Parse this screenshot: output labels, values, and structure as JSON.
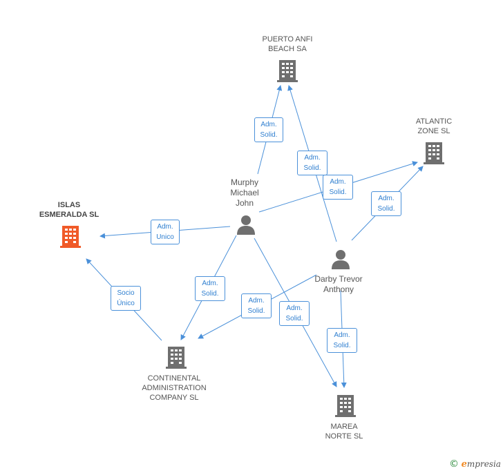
{
  "colors": {
    "edge": "#4a90d9",
    "company_icon": "#6f6f6f",
    "focus_icon": "#f05a28",
    "person_icon": "#6f6f6f"
  },
  "companies": {
    "puerto": {
      "lines": [
        "PUERTO ANFI",
        "BEACH SA"
      ],
      "icon": "building-icon"
    },
    "atlantic": {
      "lines": [
        "ATLANTIC",
        "ZONE SL"
      ],
      "icon": "building-icon"
    },
    "islas": {
      "lines": [
        "ISLAS",
        "ESMERALDA SL"
      ],
      "icon": "building-icon"
    },
    "continental": {
      "lines": [
        "CONTINENTAL",
        "ADMINISTRATION",
        "COMPANY SL"
      ],
      "icon": "building-icon"
    },
    "marea": {
      "lines": [
        "MAREA",
        "NORTE SL"
      ],
      "icon": "building-icon"
    }
  },
  "people": {
    "murphy": {
      "lines": [
        "Murphy",
        "Michael",
        "John"
      ],
      "icon": "person-icon"
    },
    "darby": {
      "lines": [
        "Darby Trevor",
        "Anthony"
      ],
      "icon": "person-icon"
    }
  },
  "edges": {
    "murphy_puerto": {
      "lines": [
        "Adm.",
        "Solid."
      ]
    },
    "darby_puerto": {
      "lines": [
        "Adm.",
        "Solid."
      ]
    },
    "murphy_atlantic": {
      "lines": [
        "Adm.",
        "Solid."
      ]
    },
    "darby_atlantic": {
      "lines": [
        "Adm.",
        "Solid."
      ]
    },
    "murphy_islas": {
      "lines": [
        "Adm.",
        "Unico"
      ]
    },
    "continental_islas": {
      "lines": [
        "Socio",
        "Único"
      ]
    },
    "murphy_continental": {
      "lines": [
        "Adm.",
        "Solid."
      ]
    },
    "darby_continental": {
      "lines": [
        "Adm.",
        "Solid."
      ]
    },
    "murphy_marea": {
      "lines": [
        "Adm.",
        "Solid."
      ]
    },
    "darby_marea": {
      "lines": [
        "Adm.",
        "Solid."
      ]
    }
  },
  "footer": {
    "copyright": "©",
    "brand_initial": "e",
    "brand_rest": "mpresia"
  }
}
